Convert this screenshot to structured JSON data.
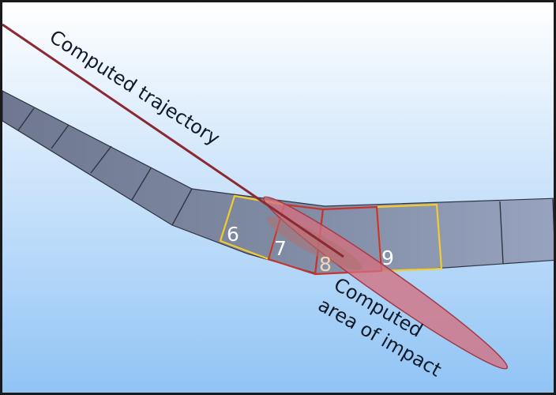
{
  "colors": {
    "sky_top": "#ffffff",
    "sky_bottom": "#8fc3f5",
    "segment_fill": "#7f8aa3",
    "segment_edge": "#2f3440",
    "highlight_yellow": "#f2cc2c",
    "highlight_red": "#c8342c",
    "trajectory": "#8c2a33",
    "impact_fill": "#d4707f"
  },
  "segments": {
    "labels": [
      "6",
      "7",
      "8",
      "9"
    ]
  },
  "annotations": {
    "trajectory_label": "Computed trajectory",
    "impact_label_line1": "Computed",
    "impact_label_line2": "area of impact"
  },
  "icons": {
    "impact_marker": "impact-ellipse",
    "trajectory_marker": "trajectory-line"
  }
}
